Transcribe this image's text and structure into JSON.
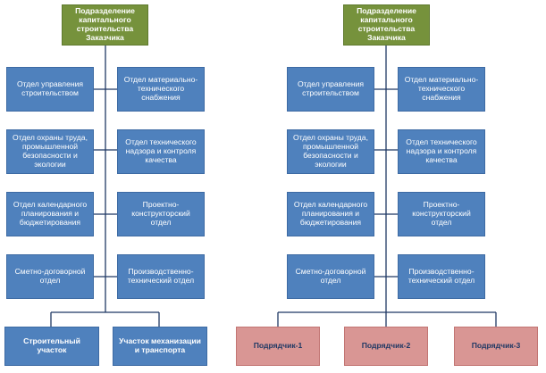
{
  "left": {
    "root": "Подразделение капитального строительства Заказчика",
    "departments": [
      "Отдел управления строительством",
      "Отдел материально-технического снабжения",
      "Отдел охраны труда, промышленной безопасности и экологии",
      "Отдел технического надзора и контроля качества",
      "Отдел календарного планирования и бюджетирования",
      "Проектно-конструкторский отдел",
      "Сметно-договорной отдел",
      "Производственно-технический отдел"
    ],
    "units": [
      "Строительный участок",
      "Участок механизации и транспорта"
    ]
  },
  "right": {
    "root": "Подразделение капитального строительства Заказчика",
    "departments": [
      "Отдел управления строительством",
      "Отдел материально-технического снабжения",
      "Отдел охраны труда, промышленной безопасности и экологии",
      "Отдел технического надзора и контроля качества",
      "Отдел календарного планирования и бюджетирования",
      "Проектно-конструкторский отдел",
      "Сметно-договорной отдел",
      "Производственно-технический отдел"
    ],
    "contractors": [
      "Подрядчик-1",
      "Подрядчик-2",
      "Подрядчик-3"
    ]
  },
  "colors": {
    "root": "#76923c",
    "department": "#4f81bd",
    "contractor": "#d99694",
    "line": "#1f3864"
  }
}
